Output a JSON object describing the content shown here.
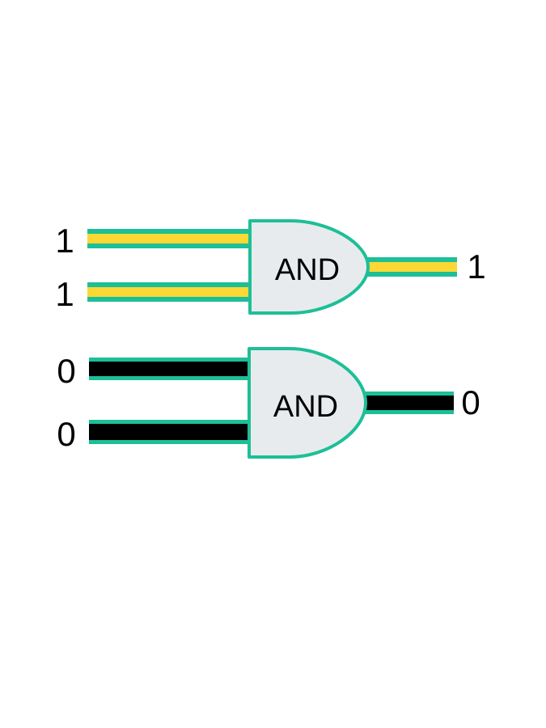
{
  "colors": {
    "wire_outline": "#1dbf97",
    "signal_high": "#fdd835",
    "signal_low": "#000000",
    "gate_fill": "#e8ebee",
    "gate_stroke": "#1dbf97",
    "background": "#ffffff"
  },
  "gates": [
    {
      "label": "AND",
      "input_a": "1",
      "input_b": "1",
      "output": "1",
      "input_a_state": "high",
      "input_b_state": "high",
      "output_state": "high"
    },
    {
      "label": "AND",
      "input_a": "0",
      "input_b": "0",
      "output": "0",
      "input_a_state": "low",
      "input_b_state": "low",
      "output_state": "low"
    }
  ]
}
